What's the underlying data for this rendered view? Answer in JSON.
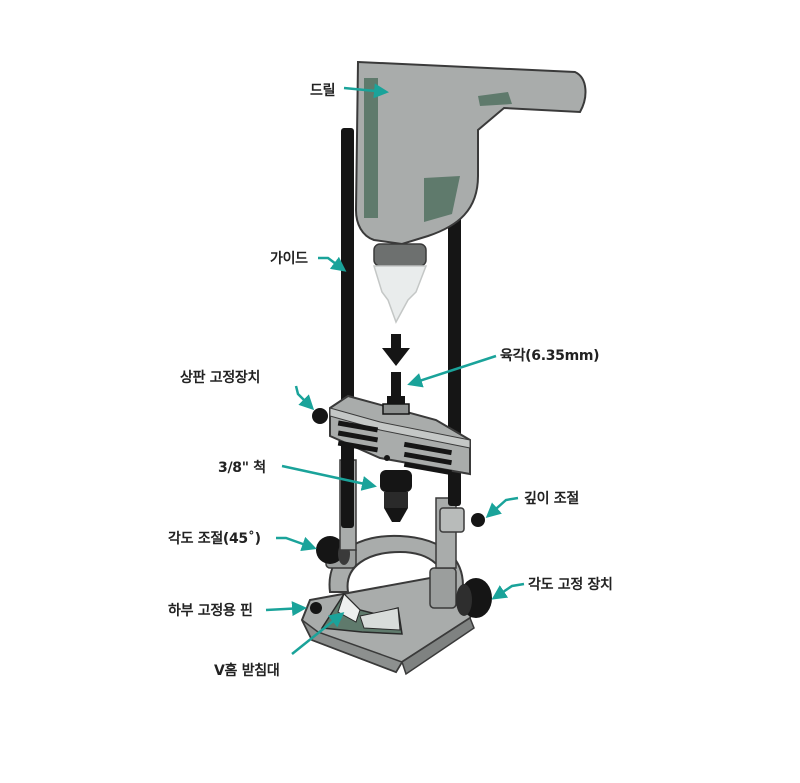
{
  "labels": {
    "drill": "드릴",
    "guide": "가이드",
    "hex": "육각(6.35mm)",
    "top_lock": "상판 고정장치",
    "chuck": "3/8\" 척",
    "depth": "깊이 조절",
    "angle_adj": "각도 조절(45˚)",
    "angle_lock": "각도 고정 장치",
    "bottom_pin": "하부 고정용 핀",
    "vgroove": "V홈 받침대"
  },
  "colors": {
    "leader": "#1aa39a",
    "body": "#a9acab",
    "body_dark": "#6d706f",
    "accent": "#5f7a6c",
    "black": "#151515",
    "chuck_light": "#e9ecec"
  },
  "icons": {
    "down_arrow": "down-arrow-icon"
  }
}
